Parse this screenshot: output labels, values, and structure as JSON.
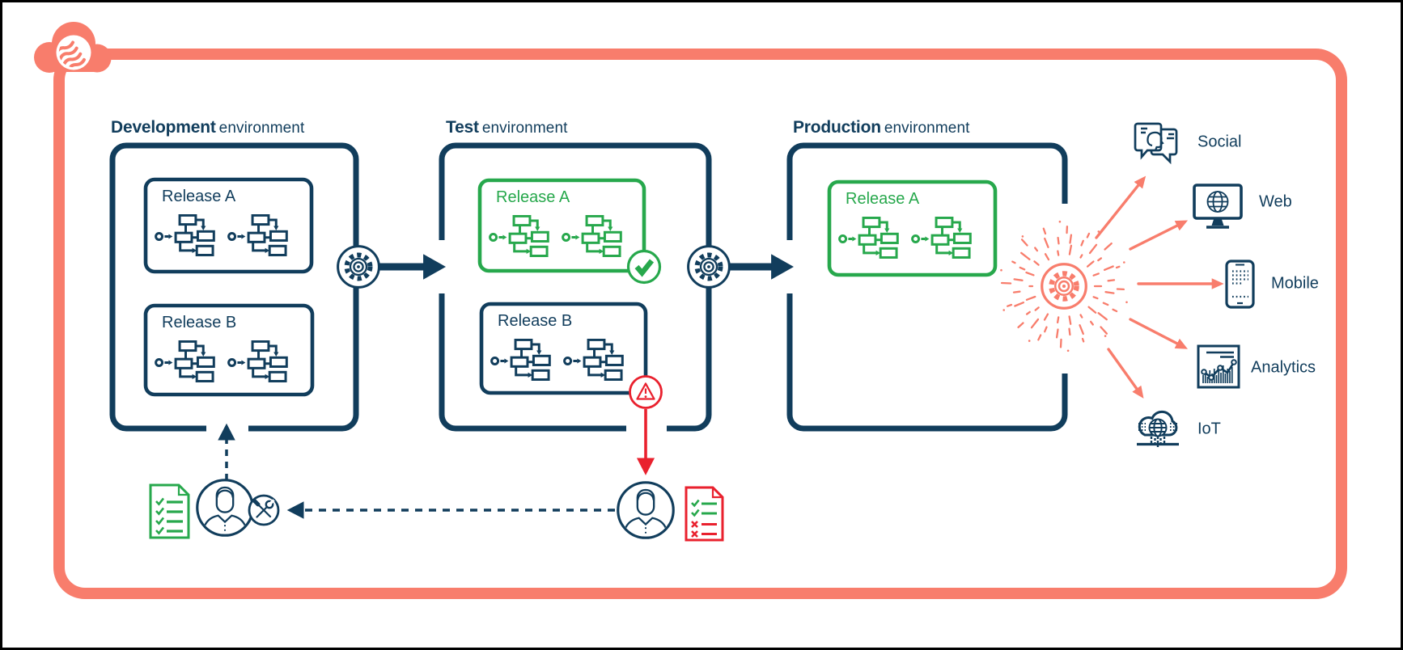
{
  "diagram": {
    "title": "release-promotion-pipeline",
    "environments": [
      {
        "name": "Development",
        "type_label": "environment",
        "releases": [
          {
            "label": "Release A"
          },
          {
            "label": "Release B"
          }
        ]
      },
      {
        "name": "Test",
        "type_label": "environment",
        "releases": [
          {
            "label": "Release A",
            "status_icon": "check-badge"
          },
          {
            "label": "Release B",
            "status_icon": "warning-badge"
          }
        ]
      },
      {
        "name": "Production",
        "type_label": "environment",
        "releases": [
          {
            "label": "Release A"
          }
        ]
      }
    ],
    "channels": [
      {
        "label": "Social",
        "icon": "social-chat-icon"
      },
      {
        "label": "Web",
        "icon": "web-monitor-icon"
      },
      {
        "label": "Mobile",
        "icon": "mobile-phone-icon"
      },
      {
        "label": "Analytics",
        "icon": "analytics-chart-icon"
      },
      {
        "label": "IoT",
        "icon": "iot-cloud-icon"
      }
    ],
    "icons": [
      "cloud-logo-icon",
      "gear-icon",
      "deploy-arrow",
      "check-badge",
      "warning-badge",
      "developer-avatar",
      "tools-badge",
      "checklist-pass-icon",
      "checklist-mixed-icon",
      "release-burst-gear",
      "workflow-glyph"
    ],
    "colors": {
      "navy": "#113D5C",
      "green": "#27A84C",
      "coral": "#F87D6C",
      "red": "#E9212E"
    }
  }
}
